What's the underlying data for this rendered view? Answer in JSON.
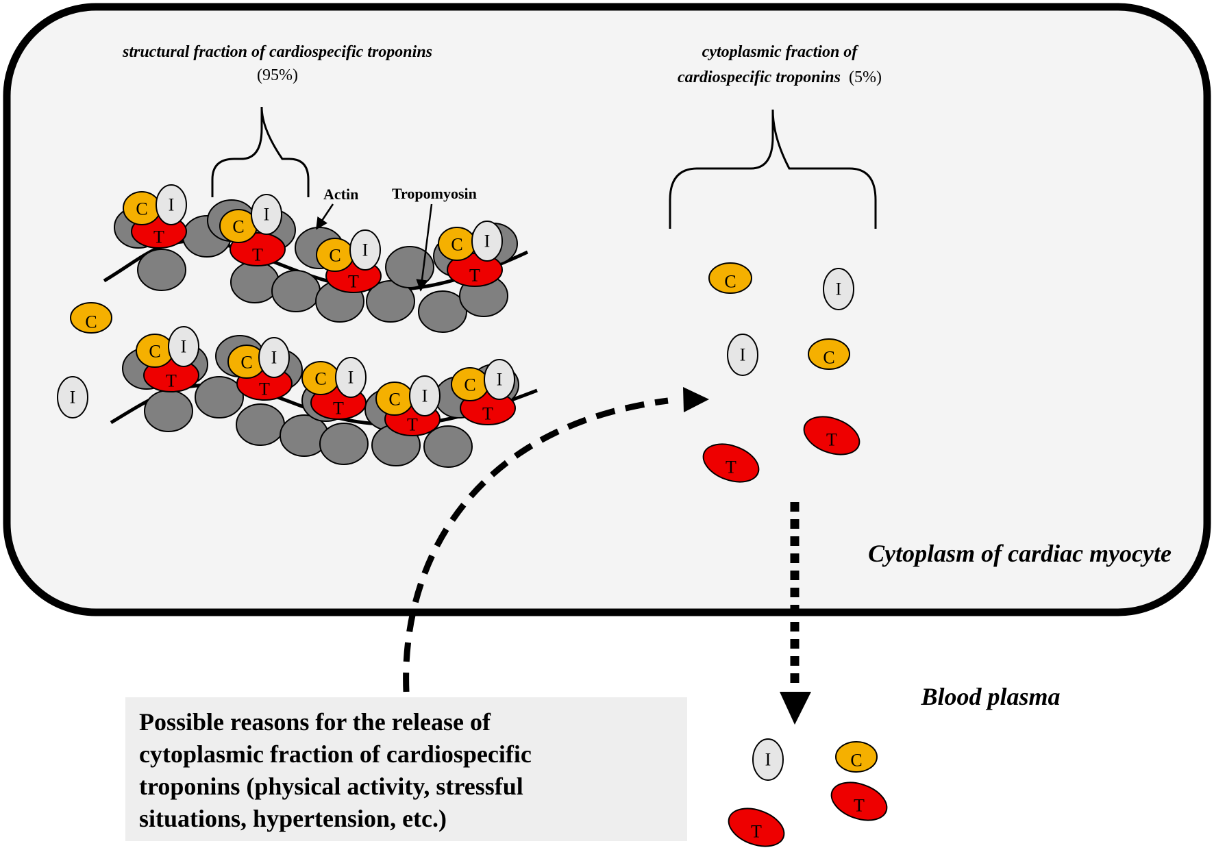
{
  "headers": {
    "structural_title": "structural fraction of cardiospecific troponins",
    "structural_pct": "(95%)",
    "cytoplasmic_line1": "cytoplasmic fraction of",
    "cytoplasmic_line2": "cardiospecific troponins",
    "cytoplasmic_pct": "(5%)"
  },
  "labels": {
    "actin": "Actin",
    "tropomyosin": "Tropomyosin",
    "cytoplasm": "Cytoplasm of cardiac myocyte",
    "blood": "Blood plasma"
  },
  "molecules": {
    "c": "C",
    "i": "I",
    "t": "T"
  },
  "reasons": {
    "line1": "Possible reasons for the release of",
    "line2": "cytoplasmic fraction of cardiospecific",
    "line3": "troponins (physical activity, stressful",
    "line4": "situations, hypertension, etc.)"
  },
  "colors": {
    "troponin_c": "#f5b000",
    "troponin_i": "#e6e6e6",
    "troponin_t": "#ee0000",
    "actin": "#808080",
    "cell_fill": "#f4f4f4",
    "reasons_box": "#eeeeee"
  }
}
